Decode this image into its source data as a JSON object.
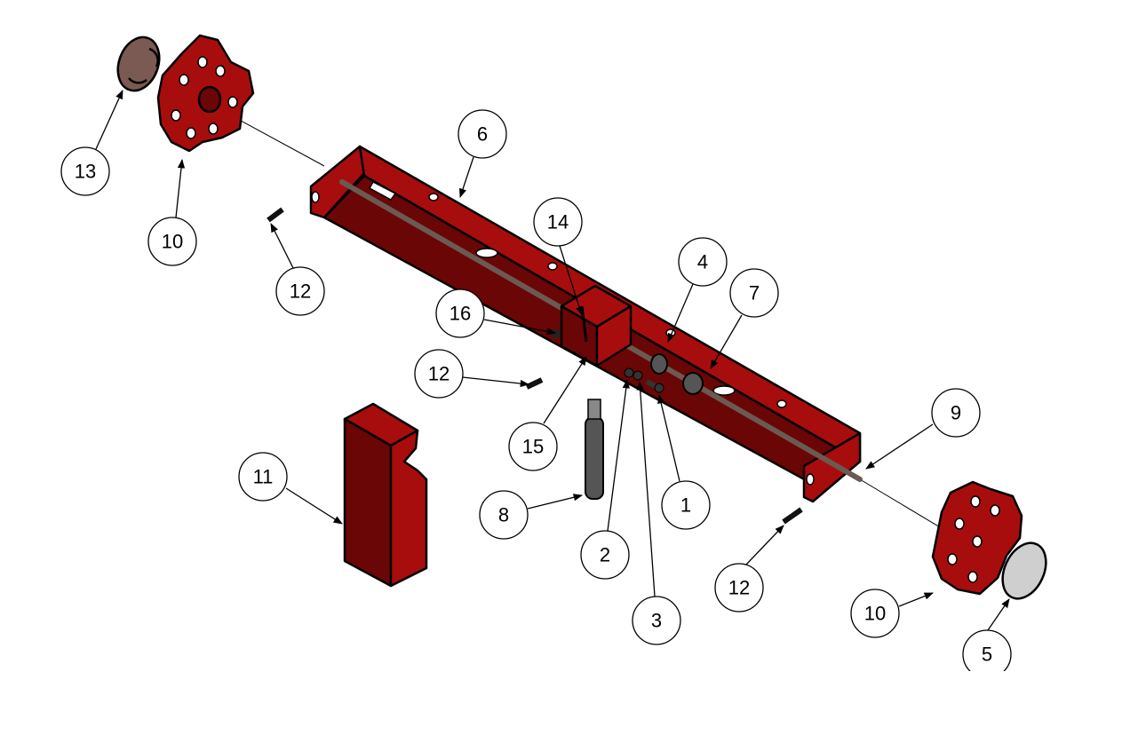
{
  "title": "Exploded assembly diagram",
  "colors": {
    "part": "#a80d0d",
    "part_dark": "#6a0606",
    "rod": "#6b5a52",
    "cap_brown": "#7a5a52",
    "cap_grey": "#cfcfcf"
  },
  "callouts": [
    "13",
    "10",
    "6",
    "12",
    "14",
    "16",
    "4",
    "7",
    "12",
    "15",
    "9",
    "11",
    "8",
    "1",
    "2",
    "12",
    "3",
    "10",
    "5"
  ]
}
